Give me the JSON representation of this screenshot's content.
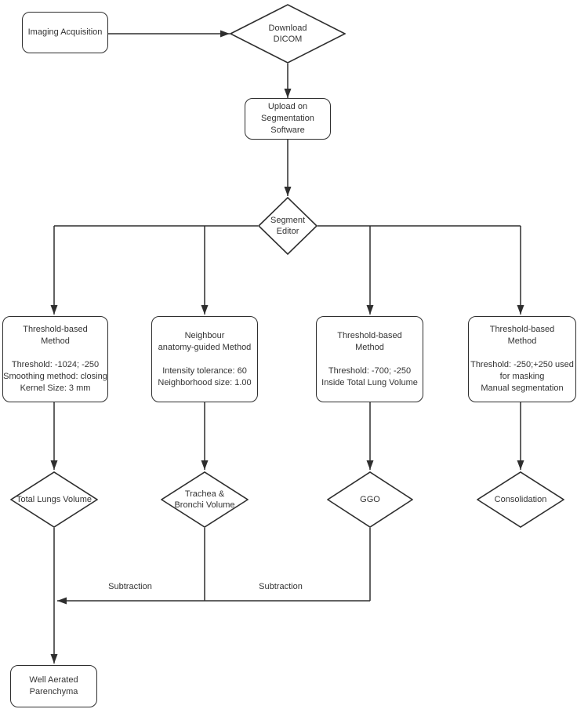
{
  "diagram": {
    "nodes": {
      "imaging_acquisition": {
        "label": "Imaging Acquisition"
      },
      "download_dicom": {
        "label": "Download\nDICOM"
      },
      "upload_segmentation": {
        "label": "Upload on\nSegmentation\nSoftware"
      },
      "segment_editor": {
        "label": "Segment\nEditor"
      },
      "method_total_lungs": {
        "title": "Threshold-based\nMethod",
        "params": "Threshold: -1024; -250\nSmoothing method: closing\nKernel Size: 3 mm"
      },
      "method_airways": {
        "title": "Neighbour\nanatomy-guided Method",
        "params": "Intensity tolerance: 60\nNeighborhood size: 1.00"
      },
      "method_ggo": {
        "title": "Threshold-based\nMethod",
        "params": "Threshold: -700; -250\nInside Total Lung Volume"
      },
      "method_consolidation": {
        "title": "Threshold-based\nMethod",
        "params": "Threshold: -250;+250 used\nfor masking\nManual segmentation"
      },
      "total_lungs_volume": {
        "label": "Total Lungs Volume"
      },
      "trachea_bronchi_volume": {
        "label": "Trachea &\nBronchi Volume"
      },
      "ggo": {
        "label": "GGO"
      },
      "consolidation": {
        "label": "Consolidation"
      },
      "well_aerated_parenchyma": {
        "label": "Well Aerated\nParenchyma"
      }
    },
    "edge_labels": {
      "subtraction_left": "Subtraction",
      "subtraction_right": "Subtraction"
    },
    "colors": {
      "stroke": "#2e2e2e",
      "text": "#333333",
      "node_fill": "#ffffff",
      "background": "#ffffff"
    }
  }
}
